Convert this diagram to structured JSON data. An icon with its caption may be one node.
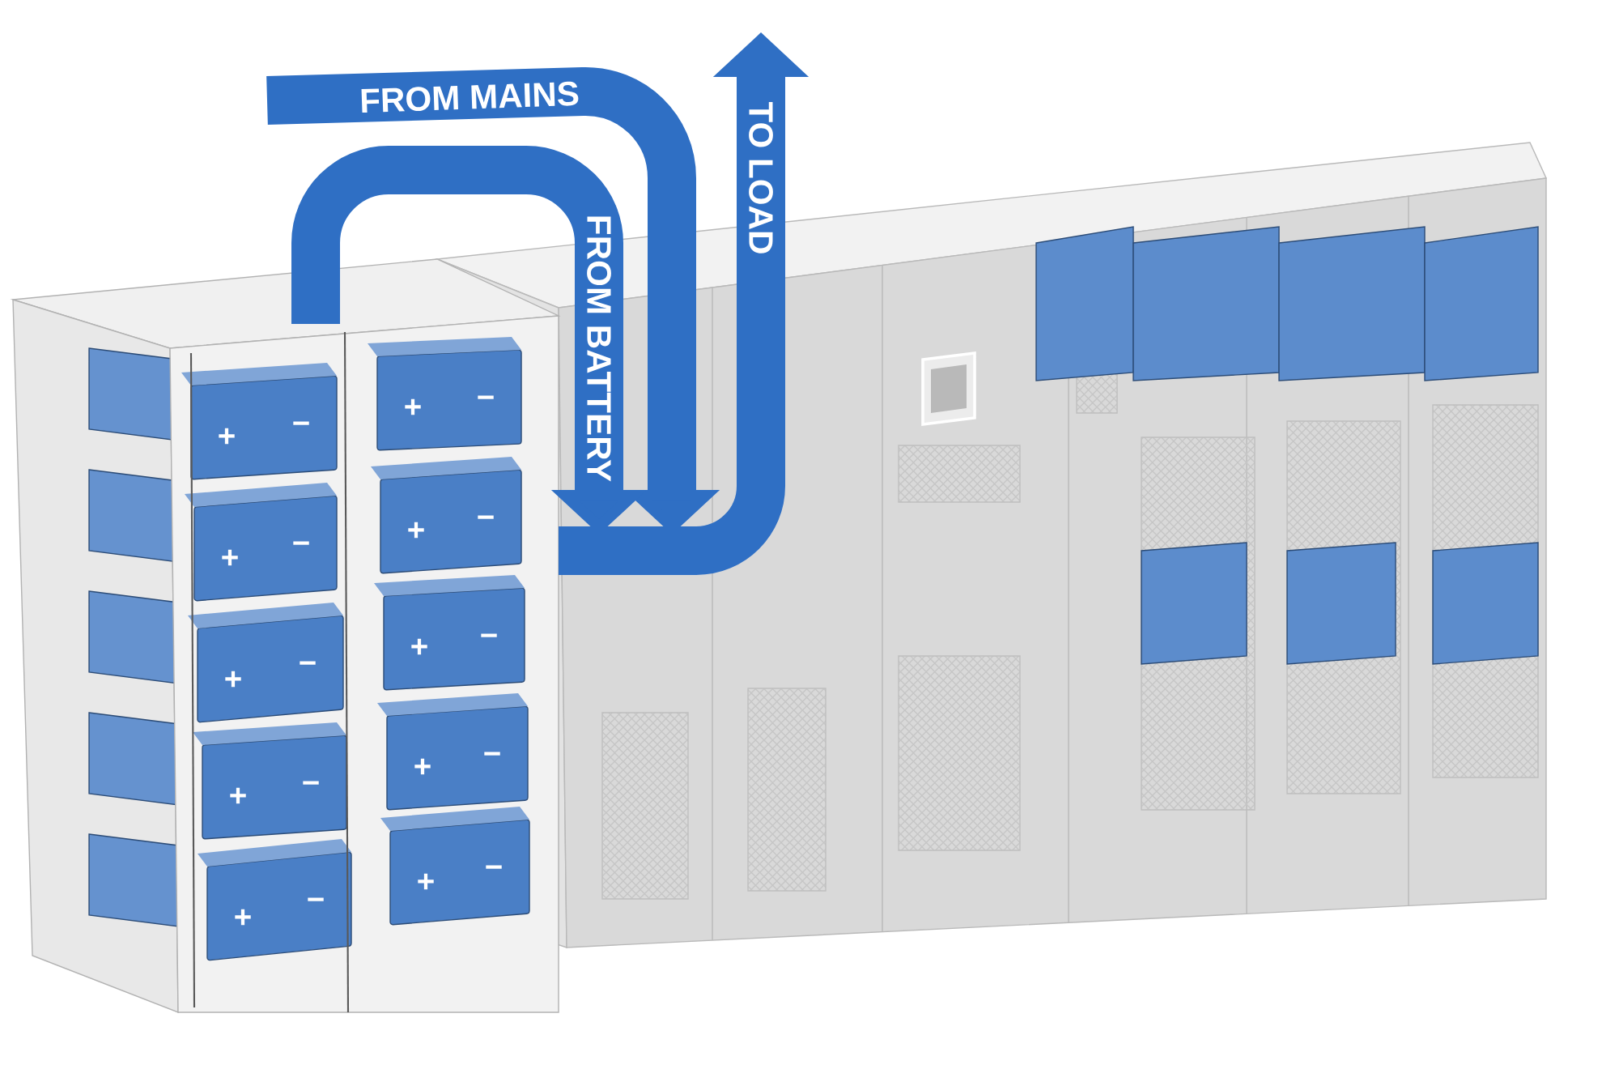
{
  "diagram": {
    "nodes": [
      {
        "text": [],
        "shape": "picture"
      },
      {
        "text": [],
        "shape": "picture"
      }
    ],
    "edges": [
      {
        "from": null,
        "to": 1,
        "arrow": "to",
        "label": "FROM MAINS"
      },
      {
        "from": 0,
        "to": 1,
        "arrow": "to",
        "label": "FROM BATTERY"
      },
      {
        "from": 1,
        "to": null,
        "arrow": "to",
        "label": "TO LOAD"
      }
    ],
    "labels": [
      "+",
      "−",
      "+",
      "−",
      "+",
      "−",
      "+",
      "−",
      "+",
      "−",
      "+",
      "−",
      "+",
      "−",
      "+",
      "−",
      "+",
      "−",
      "+",
      "−"
    ]
  }
}
